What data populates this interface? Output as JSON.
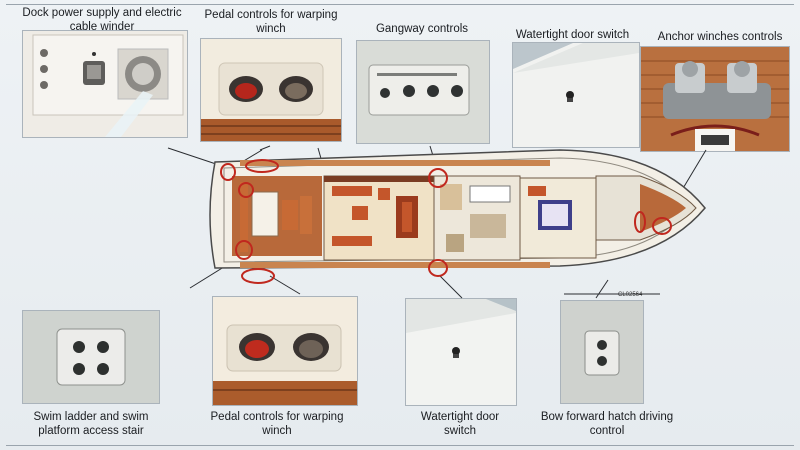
{
  "captions": {
    "dock_power": "Dock power supply and electric cable winder",
    "pedal_top": "Pedal controls for warping winch",
    "gangway": "Gangway controls",
    "watertight_top": "Watertight door switch",
    "anchor": "Anchor winches controls",
    "swim_ladder": "Swim ladder and swim platform access stair",
    "pedal_bottom": "Pedal controls for warping winch",
    "watertight_bottom": "Watertight door switch",
    "bow_hatch": "Bow forward hatch driving control"
  },
  "drawing_code": "CL02564",
  "colors": {
    "callout_circle": "#c0281e",
    "teak": "#b8693a",
    "hull": "#f3efe6"
  }
}
